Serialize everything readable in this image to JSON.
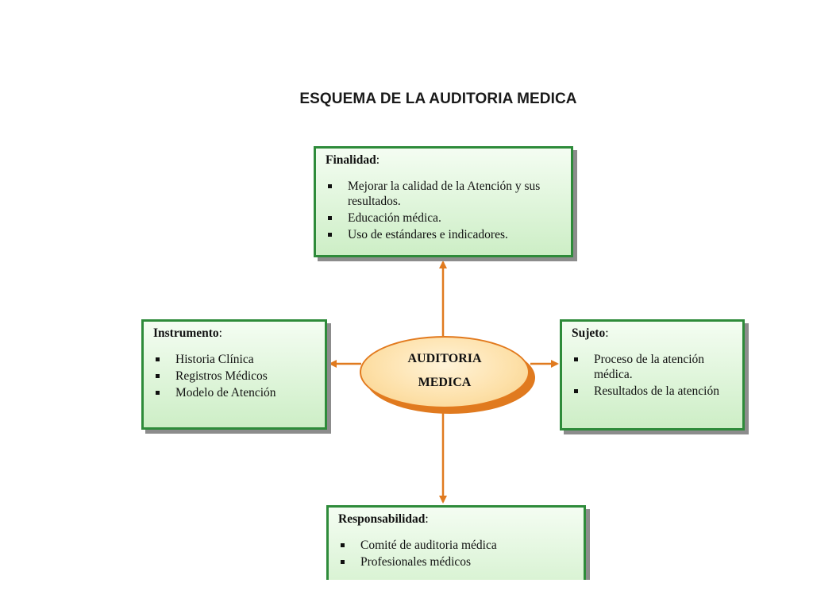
{
  "title": "ESQUEMA DE LA AUDITORIA MEDICA",
  "center": {
    "line1": "AUDITORIA",
    "line2": "MEDICA"
  },
  "finalidad": {
    "heading": "Finalidad",
    "items": [
      "Mejorar la calidad de la Atención y sus resultados.",
      "Educación médica.",
      "Uso de estándares e indicadores."
    ]
  },
  "instrumento": {
    "heading": "Instrumento",
    "items": [
      "Historia Clínica",
      "Registros Médicos",
      "Modelo de Atención"
    ]
  },
  "sujeto": {
    "heading": "Sujeto",
    "items": [
      "Proceso de la atención médica.",
      "Resultados de la atención"
    ]
  },
  "responsabilidad": {
    "heading": "Responsabilidad",
    "items": [
      "Comité de auditoria médica",
      "Profesionales médicos"
    ]
  },
  "colors": {
    "box_border": "#2e8b3a",
    "box_fill_top": "#f4fdf2",
    "box_fill_bottom": "#cdeec6",
    "arrow": "#e07a1f",
    "ellipse_fill": "#fde0a8"
  }
}
